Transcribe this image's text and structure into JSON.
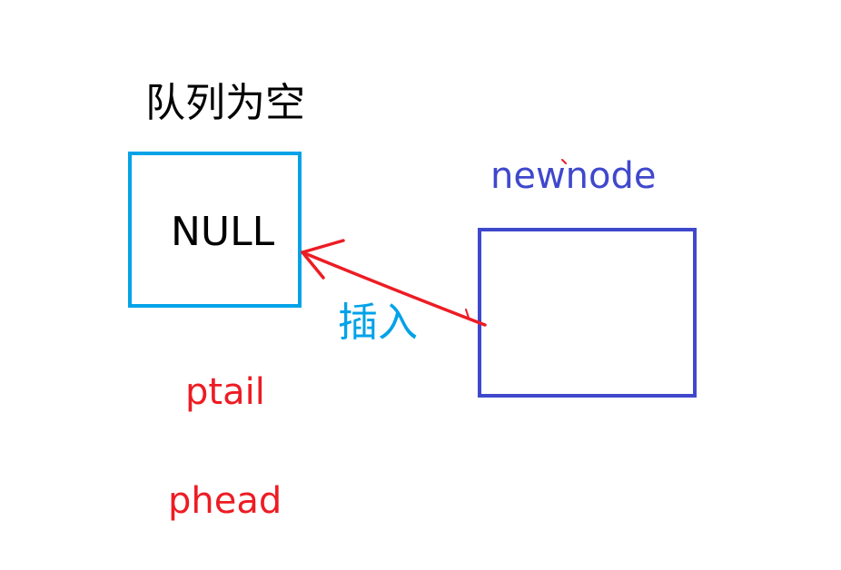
{
  "title": "队列为空",
  "null_node": {
    "text": "NULL",
    "border_color": "#00a2e8"
  },
  "new_node": {
    "label": "newnode",
    "color": "#3f48cc"
  },
  "insert_label": {
    "text": "插入",
    "color": "#00a2e8"
  },
  "pointers": {
    "ptail": "ptail",
    "phead": "phead",
    "color": "#ed1c24"
  },
  "arrow_color": "#ed1c24"
}
